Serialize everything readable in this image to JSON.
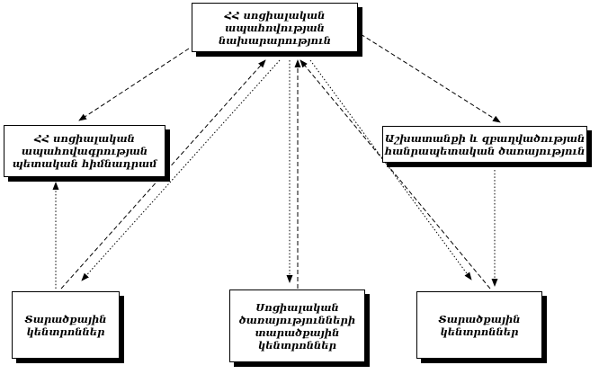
{
  "boxes": {
    "ministry": {
      "lines": [
        "ՀՀ սոցիալական",
        "ապահովության",
        "նախարարություն"
      ]
    },
    "fund": {
      "lines": [
        "ՀՀ սոցիալական",
        "ապահովագրության",
        "պետական հիմնադրամ"
      ]
    },
    "employment_service": {
      "lines": [
        "Աշխատանքի և զբաղվածության",
        "հանրապետական ծառայություն"
      ]
    },
    "territorial_centers_left": {
      "lines": [
        "Տարածքային",
        "կենտրոններ"
      ]
    },
    "social_services_territorial_centers": {
      "lines": [
        "Սոցիալական",
        "ծառայությունների",
        "տարածքային",
        "կենտրոններ"
      ]
    },
    "territorial_centers_right": {
      "lines": [
        "Տարածքային",
        "կենտրոններ"
      ]
    }
  },
  "colors": {
    "line": "#000000",
    "box_border": "#000000",
    "box_shadow": "#000000",
    "box_background": "#ffffff",
    "page_background": "#ffffff"
  }
}
